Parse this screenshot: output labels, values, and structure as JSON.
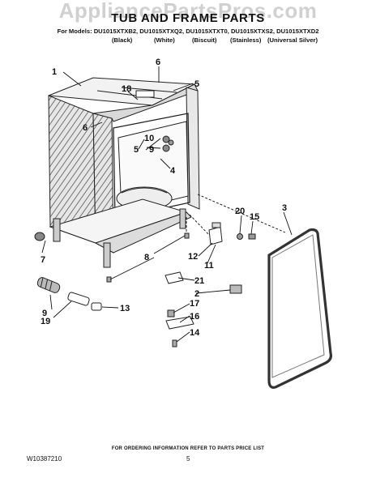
{
  "watermark": "AppliancePartsPros.com",
  "title": "TUB AND FRAME PARTS",
  "models_line": "For Models: DU1015XTXB2, DU1015XTXQ2, DU1015XTXT0, DU1015XTXS2, DU1015XTXD2",
  "colors": [
    "(Black)",
    "(White)",
    "(Biscuit)",
    "(Stainless)",
    "(Universal Silver)"
  ],
  "callouts": {
    "c1": "1",
    "c2": "2",
    "c3": "3",
    "c4": "4",
    "c5a": "5",
    "c5b": "5",
    "c6a": "6",
    "c6b": "6",
    "c7": "7",
    "c8": "8",
    "c9": "9",
    "c10": "10",
    "c11": "11",
    "c12": "12",
    "c13": "13",
    "c14": "14",
    "c15": "15",
    "c16": "16",
    "c17": "17",
    "c18": "18",
    "c19": "19",
    "c20": "20",
    "c21": "21"
  },
  "footer": "FOR ORDERING INFORMATION REFER TO PARTS PRICE LIST",
  "doc_number": "W10387210",
  "page_number": "5"
}
